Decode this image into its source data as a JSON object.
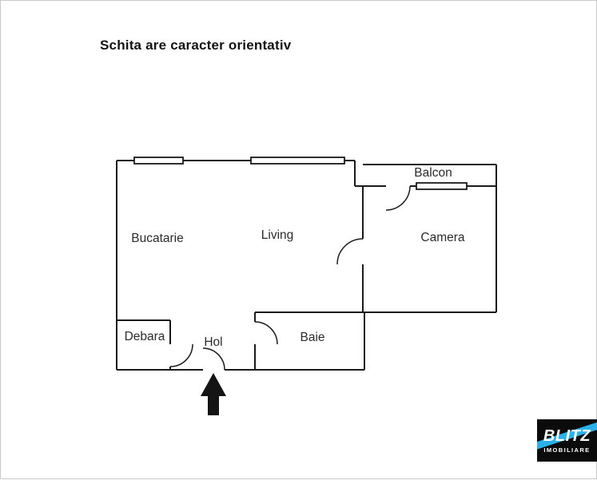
{
  "title": "Schita are caracter orientativ",
  "rooms": {
    "bucatarie": "Bucatarie",
    "living": "Living",
    "camera": "Camera",
    "balcon": "Balcon",
    "debara": "Debara",
    "hol": "Hol",
    "baie": "Baie"
  },
  "icons": {
    "entrance_arrow": "up-arrow-entrance-marker"
  },
  "logo": {
    "brand": "BLITZ",
    "subtitle": "IMOBILIARE"
  },
  "colors": {
    "wall": "#1a1a1a",
    "background": "#ffffff",
    "logo_background": "#0b0b0b",
    "logo_accent": "#2bb0e8",
    "logo_text": "#ffffff"
  }
}
